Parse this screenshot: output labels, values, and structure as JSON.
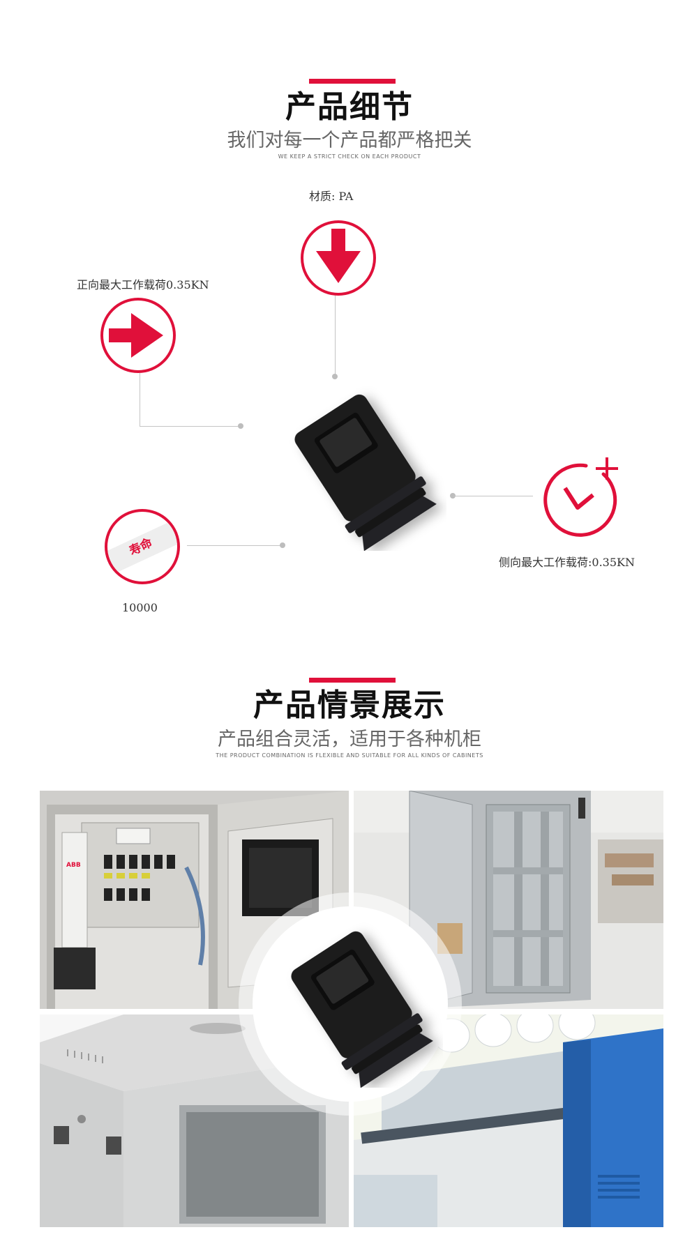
{
  "section_details": {
    "title": "产品细节",
    "subtitle": "我们对每一个产品都严格把关",
    "subtitle_en": "WE KEEP A STRICT CHECK ON EACH PRODUCT",
    "features": {
      "material": "材质: PA",
      "forward_load": "正向最大工作载荷0.35KN",
      "side_load": "侧向最大工作载荷:0.35KN",
      "life_badge": "寿命",
      "life_value": "10000"
    }
  },
  "section_scenes": {
    "title": "产品情景展示",
    "subtitle": "产品组合灵活，适用于各种机柜",
    "subtitle_en": "THE PRODUCT COMBINATION IS FLEXIBLE AND SUITABLE FOR ALL KINDS OF CABINETS",
    "cabinet_brand": "ABB"
  },
  "colors": {
    "accent": "#e0103a",
    "connector": "#c4c4c4",
    "product": "#1c1c1e"
  },
  "icons": [
    "arrow-down-icon",
    "arrow-right-icon",
    "clock-plus-icon",
    "life-badge-icon"
  ]
}
